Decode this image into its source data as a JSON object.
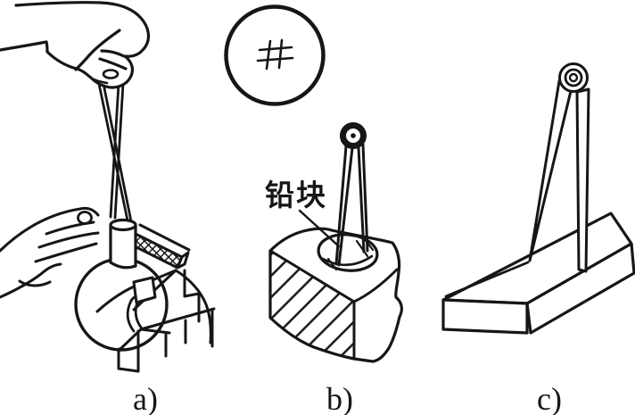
{
  "colors": {
    "ink": "#161616",
    "background": "#ffffff"
  },
  "captions": {
    "a": "a)",
    "b": "b)",
    "c": "c)"
  },
  "annotations": {
    "lead_block": "铅块"
  }
}
